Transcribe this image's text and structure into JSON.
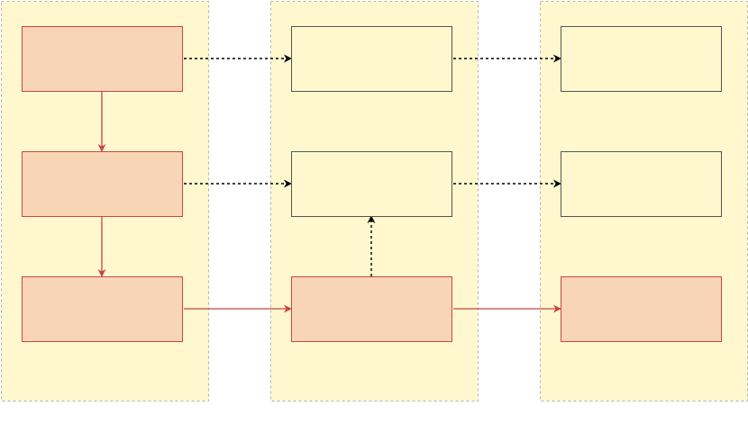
{
  "colors": {
    "background": "#ffffff",
    "lane_fill": "#fff8cf",
    "lane_border": "#b3b3b3",
    "highlight_fill": "#f8d5b6",
    "highlight_border": "#cf4545",
    "plain_fill": "#fff8cf",
    "plain_border": "#555555",
    "solid_edge": "#c44545",
    "dashed_edge": "#000000"
  },
  "diagram": {
    "lanes": [
      {
        "id": "lane-1",
        "label": ""
      },
      {
        "id": "lane-2",
        "label": ""
      },
      {
        "id": "lane-3",
        "label": ""
      }
    ],
    "nodes": [
      {
        "id": "n11",
        "lane": 1,
        "row": 1,
        "style": "highlight",
        "label": ""
      },
      {
        "id": "n12",
        "lane": 1,
        "row": 2,
        "style": "highlight",
        "label": ""
      },
      {
        "id": "n13",
        "lane": 1,
        "row": 3,
        "style": "highlight",
        "label": ""
      },
      {
        "id": "n21",
        "lane": 2,
        "row": 1,
        "style": "plain",
        "label": ""
      },
      {
        "id": "n22",
        "lane": 2,
        "row": 2,
        "style": "plain",
        "label": ""
      },
      {
        "id": "n23",
        "lane": 2,
        "row": 3,
        "style": "highlight",
        "label": ""
      },
      {
        "id": "n31",
        "lane": 3,
        "row": 1,
        "style": "plain",
        "label": ""
      },
      {
        "id": "n32",
        "lane": 3,
        "row": 2,
        "style": "plain",
        "label": ""
      },
      {
        "id": "n33",
        "lane": 3,
        "row": 3,
        "style": "highlight",
        "label": ""
      }
    ],
    "edges": [
      {
        "from": "n11",
        "to": "n12",
        "style": "solid"
      },
      {
        "from": "n12",
        "to": "n13",
        "style": "solid"
      },
      {
        "from": "n11",
        "to": "n21",
        "style": "dashed"
      },
      {
        "from": "n21",
        "to": "n31",
        "style": "dashed"
      },
      {
        "from": "n12",
        "to": "n22",
        "style": "dashed"
      },
      {
        "from": "n22",
        "to": "n32",
        "style": "dashed"
      },
      {
        "from": "n23",
        "to": "n22",
        "style": "dashed"
      },
      {
        "from": "n13",
        "to": "n23",
        "style": "solid"
      },
      {
        "from": "n23",
        "to": "n33",
        "style": "solid"
      }
    ]
  }
}
